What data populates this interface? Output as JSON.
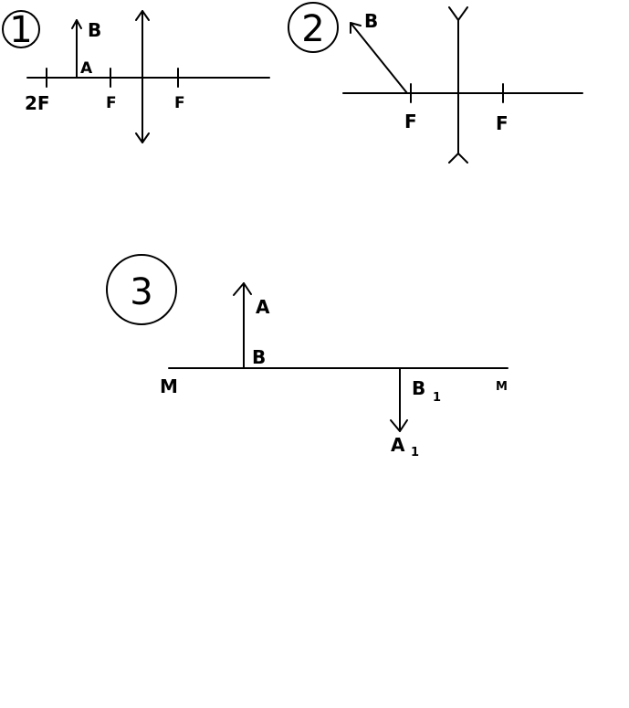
{
  "diagram_1": {
    "number": "1",
    "label_b": "B",
    "label_a": "A",
    "label_2f": "2F",
    "label_f_left": "F",
    "label_f_right": "F"
  },
  "diagram_2": {
    "number": "2",
    "label_b": "B",
    "label_f_left": "F",
    "label_f_right": "F"
  },
  "diagram_3": {
    "number": "3",
    "label_a": "A",
    "label_b": "B",
    "label_m_left": "M",
    "label_m_right": "M",
    "label_b1": "B",
    "label_b1_sub": "1",
    "label_a1": "A",
    "label_a1_sub": "1"
  }
}
